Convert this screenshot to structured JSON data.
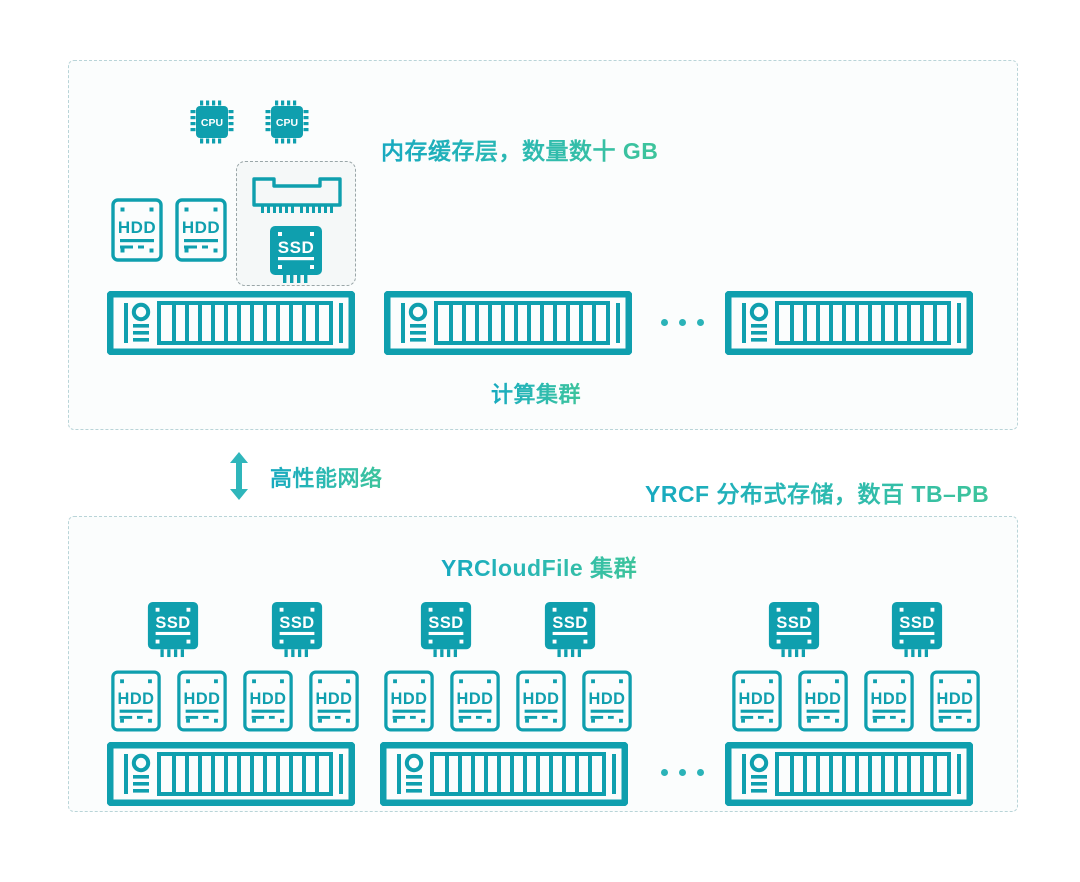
{
  "diagram": {
    "title_text_color": "#19a9bb",
    "accent_color": "#0f9fae",
    "panel_border_color": "#b9d4d8",
    "background_color": "#ffffff"
  },
  "compute_section": {
    "memory_cache_label": "内存缓存层，数量数十 GB",
    "cluster_label": "计算集群",
    "cpu_label": "CPU",
    "hdd_label": "HDD",
    "ssd_label": "SSD",
    "cpu_count": 2,
    "hdd_count": 2,
    "ram_count": 1,
    "ssd_count": 1,
    "server_rack_count": 3,
    "ellipsis": "..."
  },
  "network_section": {
    "label": "高性能网络",
    "arrow_icon": "double-arrow-vertical"
  },
  "storage_section": {
    "heading": "YRCloudFile 集群",
    "capacity_label": "YRCF 分布式存储，数百 TB–PB",
    "ssd_label": "SSD",
    "hdd_label": "HDD",
    "ellipsis": "...",
    "node_groups": [
      {
        "ssd_count": 2,
        "hdd_count": 4,
        "rack_count": 1
      },
      {
        "ssd_count": 2,
        "hdd_count": 4,
        "rack_count": 1
      },
      {
        "ssd_count": 2,
        "hdd_count": 4,
        "rack_count": 1
      }
    ]
  }
}
